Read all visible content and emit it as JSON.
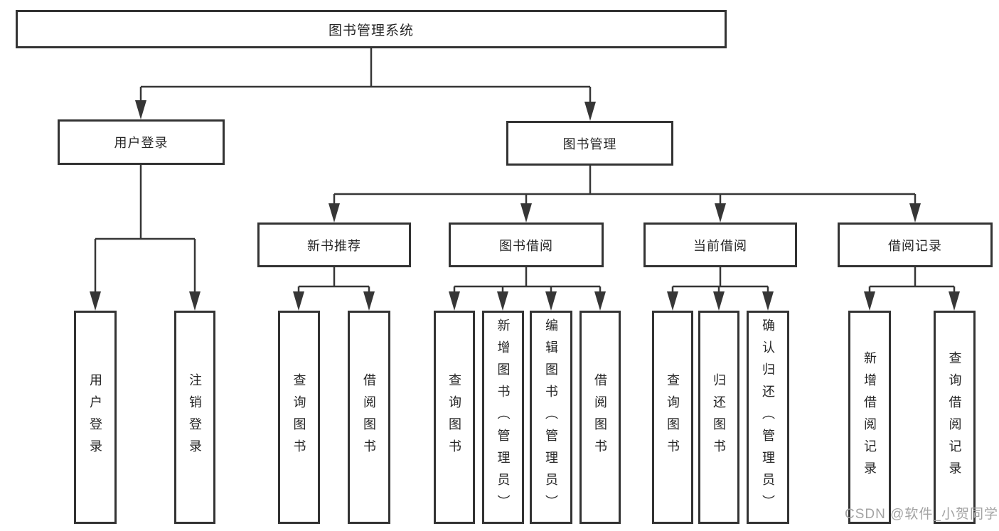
{
  "tree": {
    "label": "图书管理系统",
    "children": [
      {
        "label": "用户登录",
        "children": [
          {
            "label": "用户登录"
          },
          {
            "label": "注销登录"
          }
        ]
      },
      {
        "label": "图书管理",
        "children": [
          {
            "label": "新书推荐",
            "children": [
              {
                "label": "查询图书"
              },
              {
                "label": "借阅图书"
              }
            ]
          },
          {
            "label": "图书借阅",
            "children": [
              {
                "label": "查询图书"
              },
              {
                "label": "新增图书（管理员）"
              },
              {
                "label": "编辑图书（管理员）"
              },
              {
                "label": "借阅图书"
              }
            ]
          },
          {
            "label": "当前借阅",
            "children": [
              {
                "label": "查询图书"
              },
              {
                "label": "归还图书"
              },
              {
                "label": "确认归还（管理员）"
              }
            ]
          },
          {
            "label": "借阅记录",
            "children": [
              {
                "label": "新增借阅记录"
              },
              {
                "label": "查询借阅记录"
              }
            ]
          }
        ]
      }
    ]
  },
  "watermark": {
    "text": "CSDN @软件_小贺同学"
  },
  "colors": {
    "line": "#363636",
    "box_border": "#333333",
    "text": "#262626",
    "watermark": "#a3a3a3",
    "background": "#ffffff"
  }
}
